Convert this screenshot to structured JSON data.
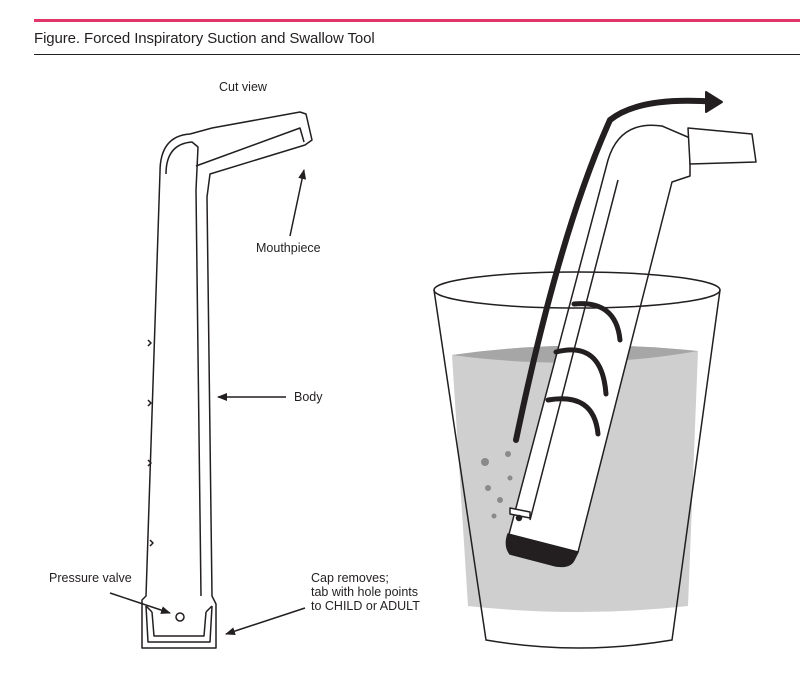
{
  "figure": {
    "title": "Figure. Forced Inspiratory Suction and Swallow Tool",
    "accent_color": "#e2366b"
  },
  "labels": {
    "cut_view": "Cut view",
    "mouthpiece": "Mouthpiece",
    "body": "Body",
    "pressure_valve": "Pressure valve",
    "cap_line1": "Cap removes;",
    "cap_line2": "tab with hole points",
    "cap_line3": "to CHILD or ADULT"
  }
}
